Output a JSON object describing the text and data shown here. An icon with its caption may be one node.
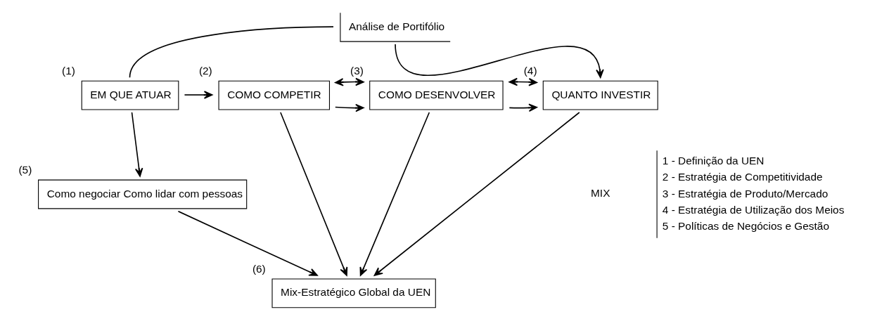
{
  "diagram": {
    "nodes": [
      {
        "text": [
          "Análise de Portifólio"
        ]
      },
      {
        "text": [
          "EM QUE ATUAR"
        ],
        "beside": [
          "(1)"
        ]
      },
      {
        "text": [
          "COMO COMPETIR"
        ],
        "beside": [
          "(2)"
        ]
      },
      {
        "text": [
          "COMO DESENVOLVER"
        ],
        "beside": [
          "(3)"
        ]
      },
      {
        "text": [
          "QUANTO INVESTIR"
        ],
        "beside": [
          "(4)"
        ]
      },
      {
        "text": [
          "Como negociar Como lidar com pessoas"
        ],
        "beside": [
          "(5)"
        ]
      },
      {
        "text": [
          "Mix-Estratégico Global da UEN"
        ],
        "beside": [
          "(6)"
        ]
      }
    ],
    "edges": [
      {
        "from": 1,
        "to": 0,
        "arrow": "none"
      },
      {
        "from": 0,
        "to": 4,
        "arrow": "to"
      },
      {
        "from": 1,
        "to": 2,
        "arrow": "to"
      },
      {
        "from": 2,
        "to": 3,
        "arrow": "to"
      },
      {
        "from": 3,
        "to": 4,
        "arrow": "to"
      },
      {
        "from": 1,
        "to": 5,
        "arrow": "to"
      },
      {
        "from": 2,
        "to": 3,
        "arrow": "both"
      },
      {
        "from": 3,
        "to": 4,
        "arrow": "both"
      },
      {
        "from": 2,
        "to": 6,
        "arrow": "to"
      },
      {
        "from": 3,
        "to": 6,
        "arrow": "to"
      },
      {
        "from": 4,
        "to": 6,
        "arrow": "to"
      },
      {
        "from": 5,
        "to": 6,
        "arrow": "to"
      }
    ],
    "labels": [
      "MIX",
      "1 - Definição da UEN",
      "2 - Estratégia de Competitividade",
      "3 - Estratégia de Produto/Mercado",
      "4 - Estratégia de Utilização dos Meios",
      "5 - Políticas de Negócios e Gestão"
    ]
  }
}
